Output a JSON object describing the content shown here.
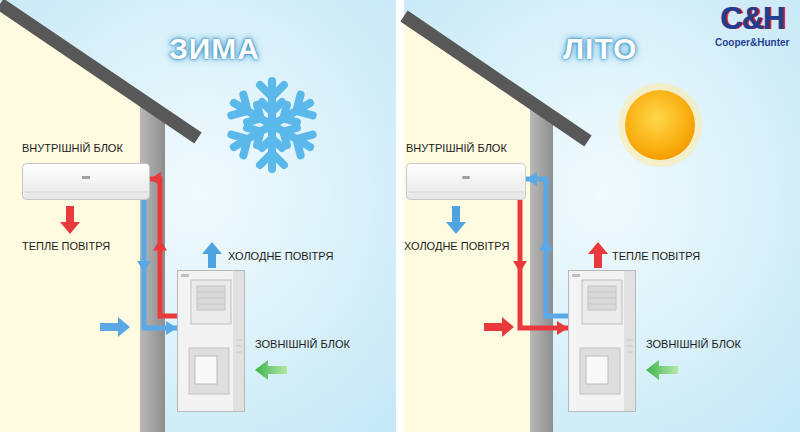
{
  "diagram": {
    "nodes": [
      {
        "text": [
          "ЗИМА"
        ]
      },
      {
        "text": [
          "ВНУТРІШНІЙ БЛОК"
        ],
        "in": 0
      },
      {
        "text": [
          "ЗОВНІШНІЙ БЛОК"
        ],
        "in": 0
      },
      {
        "text": [
          "ЛІТО"
        ]
      },
      {
        "text": [
          "ВНУТРІШНІЙ БЛОК"
        ],
        "in": 3
      },
      {
        "text": [
          "ЗОВНІШНІЙ БЛОК"
        ],
        "in": 3
      }
    ],
    "edges": [
      {
        "from": 2,
        "to": 1,
        "arrow": "to"
      },
      {
        "from": 1,
        "to": 2,
        "arrow": "to"
      },
      {
        "from": 4,
        "to": 5,
        "arrow": "to"
      },
      {
        "from": 5,
        "to": 4,
        "arrow": "to"
      }
    ],
    "labels": [
      "ТЕПЛЕ ПОВІТРЯ",
      "ХОЛОДНЕ ПОВІТРЯ",
      "ХОЛОДНЕ ПОВІТРЯ",
      "ТЕПЛЕ ПОВІТРЯ",
      "C&H",
      "Cooper&Hunter"
    ]
  }
}
